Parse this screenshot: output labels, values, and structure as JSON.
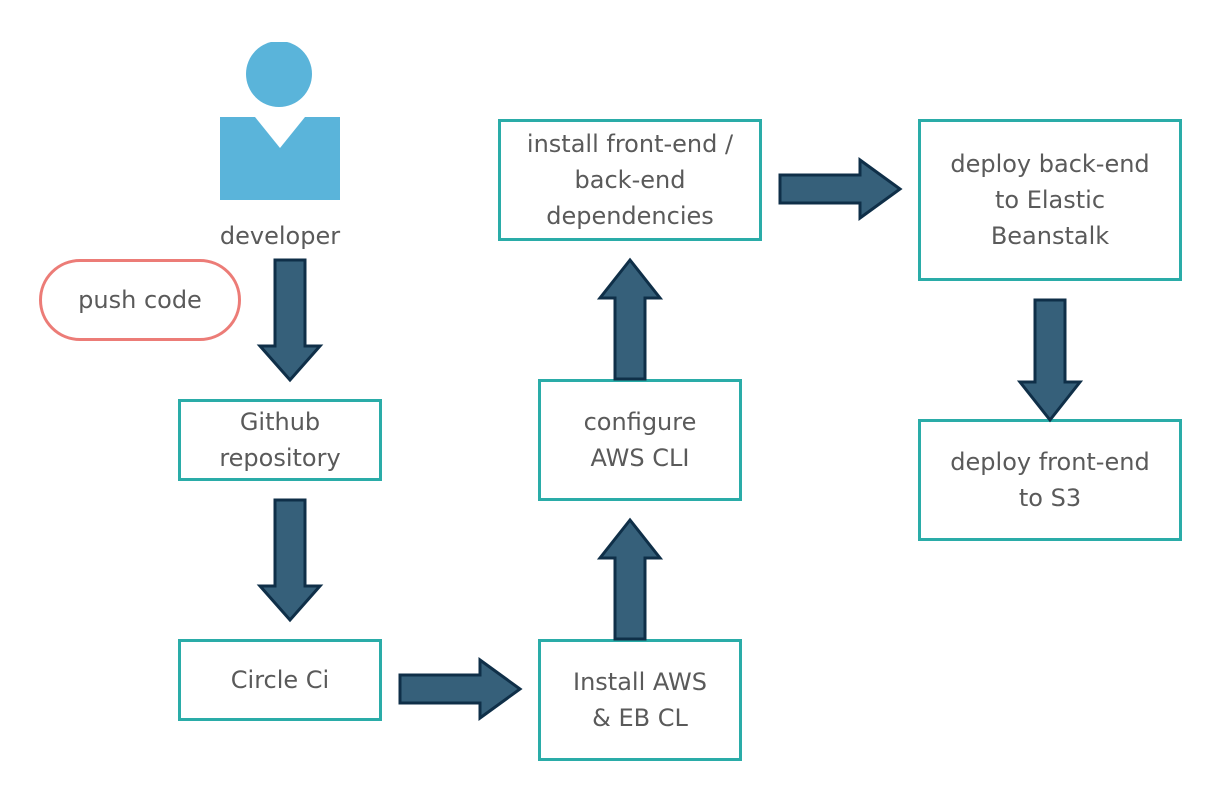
{
  "colors": {
    "box_border": "#2aaca8",
    "pill_border": "#ec7c77",
    "arrow_fill": "#36607a",
    "arrow_stroke": "#0f2f48",
    "person": "#5ab4da",
    "text": "#5a5a5a"
  },
  "actor": {
    "icon": "person-icon",
    "label": "developer"
  },
  "annotation": {
    "push": "push code"
  },
  "steps": {
    "github": "Github\nrepository",
    "circleci": "Circle Ci",
    "install_aws": "Install AWS\n& EB CL",
    "configure_cli": "configure\nAWS CLI",
    "install_deps": "install front-end /\nback-end\ndependencies",
    "deploy_backend": "deploy back-end\nto Elastic\nBeanstalk",
    "deploy_frontend": "deploy front-end\nto S3"
  }
}
